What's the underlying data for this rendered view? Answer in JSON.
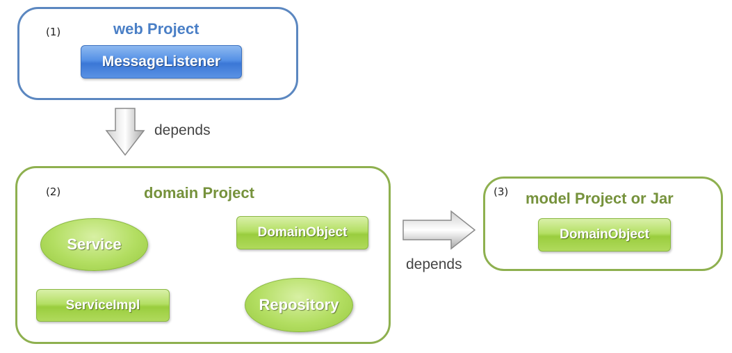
{
  "web_project": {
    "number": "(1)",
    "title": "web Project",
    "components": [
      "MessageListener"
    ]
  },
  "domain_project": {
    "number": "(2)",
    "title": "domain Project",
    "components": [
      "Service",
      "DomainObject",
      "ServiceImpl",
      "Repository"
    ]
  },
  "model_project": {
    "number": "(3)",
    "title": "model Project or Jar",
    "components": [
      "DomainObject"
    ]
  },
  "arrows": {
    "web_to_domain": "depends",
    "domain_to_model": "depends"
  },
  "colors": {
    "blue_border": "#5b87c0",
    "green_border": "#8eb04f",
    "blue_title": "#4a7fc6",
    "green_title": "#76923c"
  }
}
